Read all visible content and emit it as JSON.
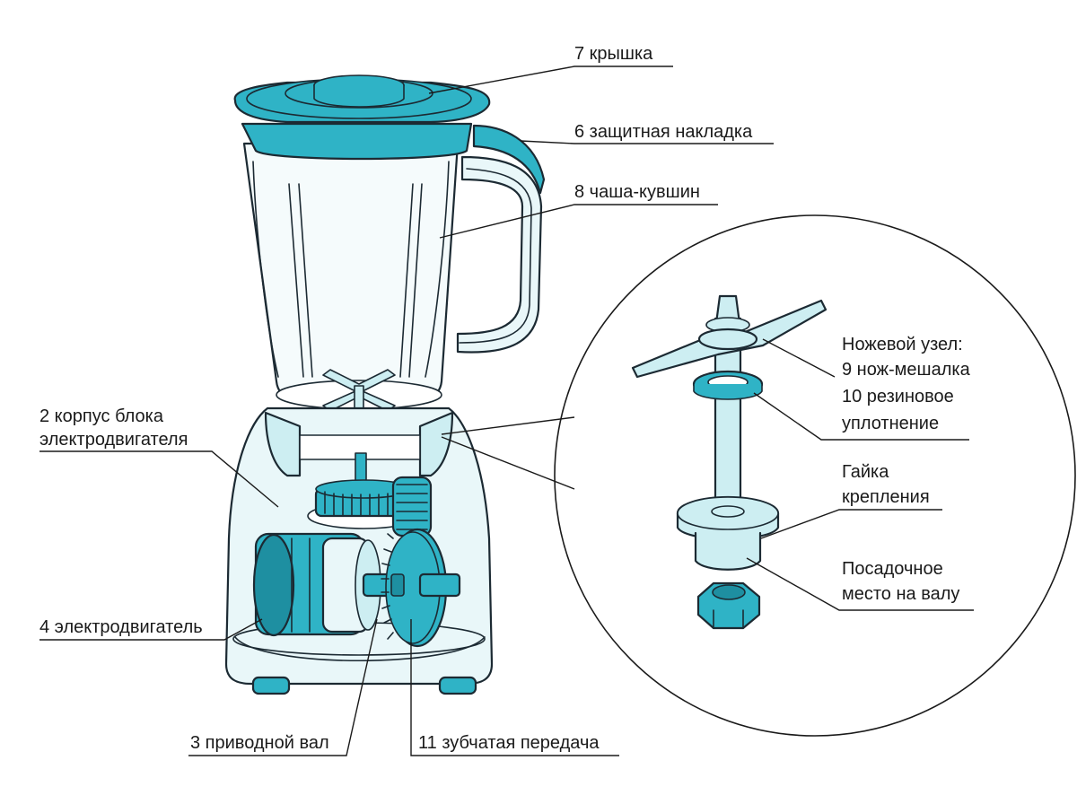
{
  "colors": {
    "primary": "#2fb3c6",
    "primary_dark": "#1e8fa1",
    "light": "#cdeef2",
    "pale": "#e9f7f9",
    "outline": "#1c2a33"
  },
  "labels": {
    "lid": "7 крышка",
    "guard": "6 защитная накладка",
    "jug": "8 чаша-кувшин",
    "motor_housing_1": "2 корпус блока",
    "motor_housing_2": "электродвигателя",
    "motor": "4 электродвигатель",
    "drive_shaft": "3 приводной вал",
    "gear": "11 зубчатая передача",
    "knife_unit_title": "Ножевой узел:",
    "knife": "9 нож-мешалка",
    "seal_1": "10 резиновое",
    "seal_2": "уплотнение",
    "nut_1": "Гайка",
    "nut_2": "крепления",
    "seat_1": "Посадочное",
    "seat_2": "место на валу"
  }
}
